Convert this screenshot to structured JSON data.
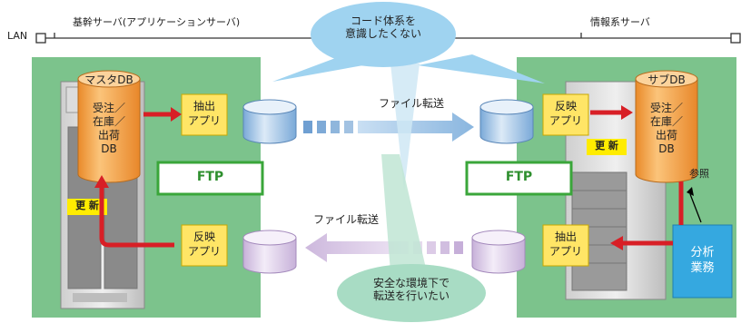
{
  "lan_label": "LAN",
  "left_server_label": "基幹サーバ(アプリケーションサーバ)",
  "right_server_label": "情報系サーバ",
  "bubble_top": [
    "コード体系を",
    "意識したくない"
  ],
  "bubble_bottom": [
    "安全な環境下で",
    "転送を行いたい"
  ],
  "master_db": {
    "title": "マスタDB",
    "body": [
      "受注／",
      "在庫／",
      "出荷",
      "DB"
    ]
  },
  "sub_db": {
    "title": "サブDB",
    "body": [
      "受注／",
      "在庫／",
      "出荷",
      "DB"
    ]
  },
  "left_extract_app": [
    "抽出",
    "アプリ"
  ],
  "left_reflect_app": [
    "反映",
    "アプリ"
  ],
  "right_reflect_app": [
    "反映",
    "アプリ"
  ],
  "right_extract_app": [
    "抽出",
    "アプリ"
  ],
  "ftp_left": "FTP",
  "ftp_right": "FTP",
  "transfer_top": "ファイル転送",
  "transfer_bottom": "ファイル転送",
  "update_left": "更 新",
  "update_right": "更 新",
  "reference": "参照",
  "analysis": [
    "分析",
    "業務"
  ],
  "colors": {
    "green_panel": "#7cc38c",
    "app_yellow": "#ffe566",
    "ftp_border": "#3aa63a",
    "red_arrow": "#d81f26",
    "db_orange": "#f4a64a",
    "analysis_blue": "#35a8e0",
    "blue_cylinder": "#8db7e2",
    "pink_cylinder": "#d6c3e3",
    "bubble_top": "#9fd3f0",
    "bubble_bottom": "#a8dcc4"
  }
}
